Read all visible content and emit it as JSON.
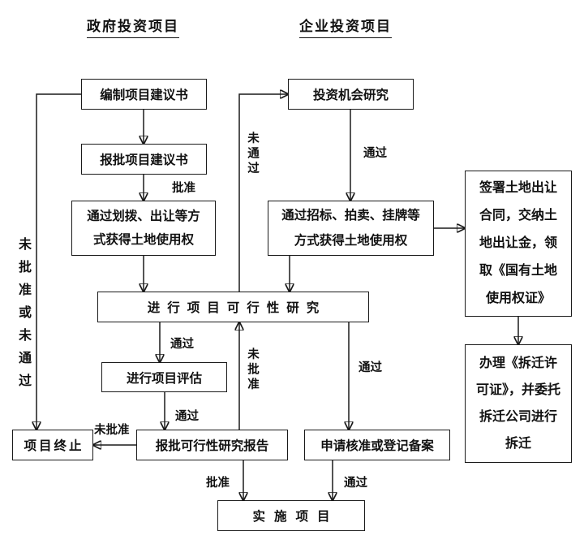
{
  "headers": {
    "government": "政府投资项目",
    "enterprise": "企业投资项目"
  },
  "nodes": {
    "bianzhi": {
      "label": "编制项目建议书"
    },
    "baopi_proposal": {
      "label": "报批项目建议书"
    },
    "huabo": {
      "label": "通过划拨、出让等方\n式获得土地使用权"
    },
    "touzi": {
      "label": "投资机会研究"
    },
    "zhaobiao": {
      "label": "通过招标、拍卖、挂牌等\n方式获得土地使用权"
    },
    "kexingxing": {
      "label": "进行项目可行性研究"
    },
    "pinggu": {
      "label": "进行项目评估"
    },
    "baopi_report": {
      "label": "报批可行性研究报告"
    },
    "shenqing": {
      "label": "申请核准或登记备案"
    },
    "shishi": {
      "label": "实施项目"
    },
    "zhongzhi": {
      "label": "项目终止"
    },
    "qianshu": {
      "label": "签署土地出让\n合同，交纳土\n地出让金，领\n取《国有土地\n使用权证》"
    },
    "banli": {
      "label": "办理《拆迁许\n可证》，并委托\n拆迁公司进行\n拆迁"
    }
  },
  "edge_labels": {
    "pizhun_1": "批准",
    "tongguo_1": "通过",
    "wei_tongguo": "未通过",
    "tongguo_2": "通过",
    "wei_pizhun_up": "未批准",
    "tongguo_3": "通过",
    "tongguo_4": "通过",
    "wei_pizhun_left": "未批准",
    "pizhun_2": "批准",
    "tongguo_5": "通过",
    "left_feedback": "未批准或未通过"
  },
  "colors": {
    "line": "#1a1a1a",
    "text": "#111111",
    "background": "#ffffff"
  }
}
